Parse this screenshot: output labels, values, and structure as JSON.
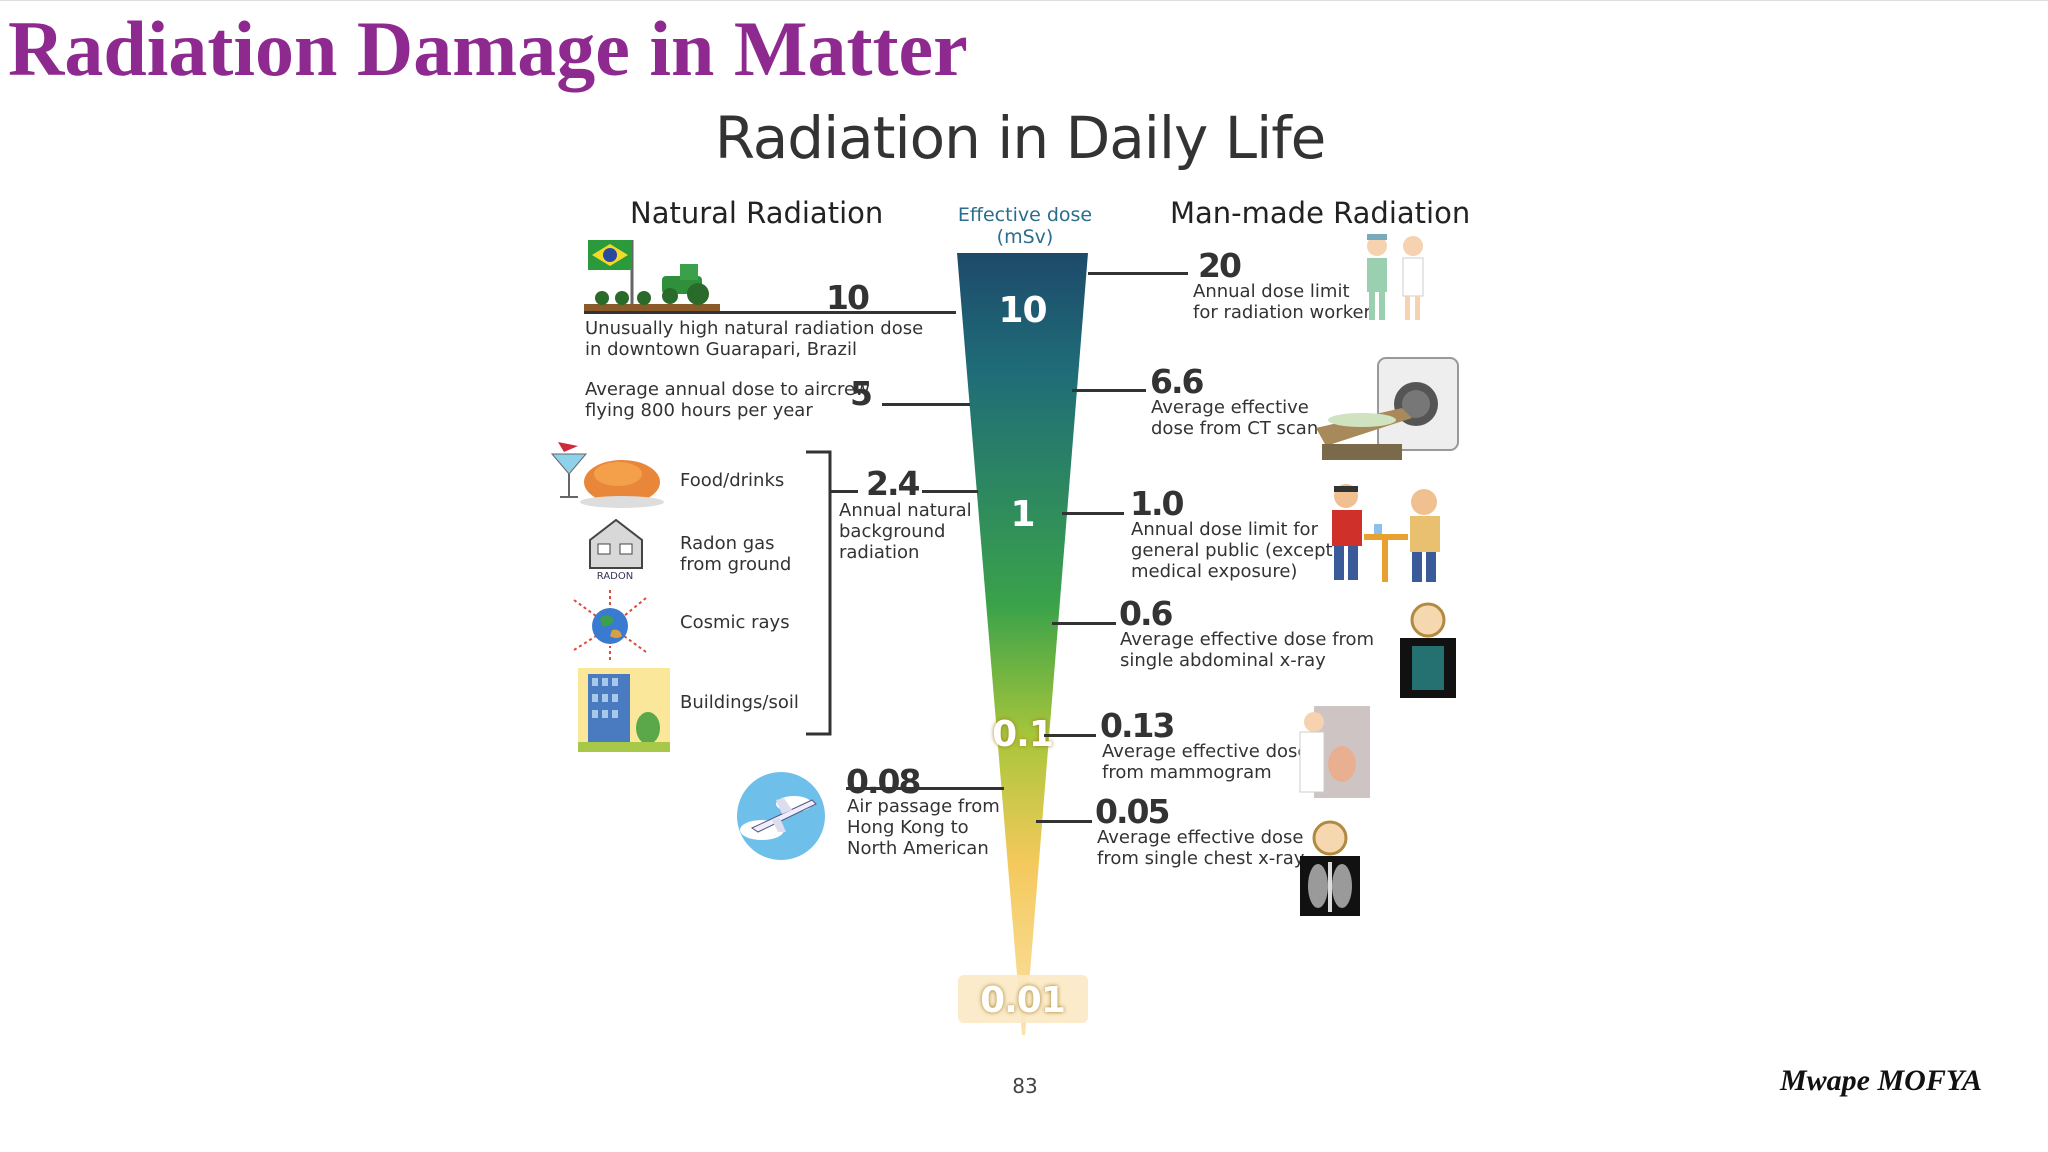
{
  "slide": {
    "title": "Radiation Damage in Matter",
    "page_number": "83",
    "author": "Mwape MOFYA"
  },
  "infographic": {
    "title": "Radiation in Daily Life",
    "natural_heading": "Natural Radiation",
    "manmade_heading": "Man-made Radiation",
    "scale_heading_line1": "Effective dose",
    "scale_heading_line2": "(mSv)",
    "scale_labels": [
      "10",
      "1",
      "0.1",
      "0.01"
    ],
    "natural": [
      {
        "value": "10",
        "lines": [
          "Unusually high natural radiation dose",
          "in downtown Guarapari, Brazil"
        ]
      },
      {
        "value": "5",
        "lines": [
          "Average annual dose to aircrew",
          "flying 800 hours per year"
        ]
      },
      {
        "value": "2.4",
        "lines": [
          "Annual natural",
          "background",
          "radiation"
        ]
      },
      {
        "value": "0.08",
        "lines": [
          "Air passage from",
          "Hong Kong to",
          "North American"
        ]
      }
    ],
    "background_sources": [
      "Food/drinks",
      "Radon gas from ground",
      "Cosmic rays",
      "Buildings/soil"
    ],
    "radon_sign": "RADON",
    "manmade": [
      {
        "value": "20",
        "lines": [
          "Annual dose limit",
          "for radiation worker"
        ]
      },
      {
        "value": "6.6",
        "lines": [
          "Average effective",
          "dose from CT scan"
        ]
      },
      {
        "value": "1.0",
        "lines": [
          "Annual dose limit for",
          "general public (except",
          "medical exposure)"
        ]
      },
      {
        "value": "0.6",
        "lines": [
          "Average effective dose from",
          "single abdominal x-ray"
        ]
      },
      {
        "value": "0.13",
        "lines": [
          "Average effective dose",
          "from mammogram"
        ]
      },
      {
        "value": "0.05",
        "lines": [
          "Average effective dose",
          "from single chest x-ray"
        ]
      }
    ]
  },
  "colors": {
    "title": "#8e2a8f",
    "cone_top": "#1d4a6a",
    "cone_mid": "#4aa84a",
    "cone_bottom": "#f6c44a"
  }
}
